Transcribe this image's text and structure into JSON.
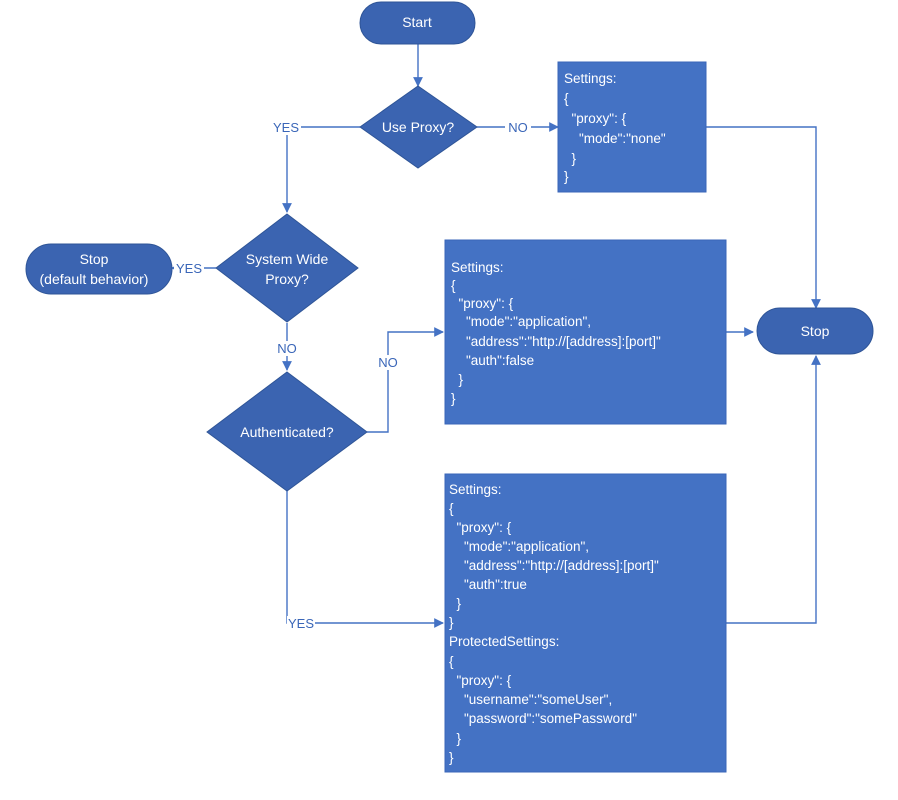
{
  "colors": {
    "shape_fill": "#3b64b1",
    "shape_stroke": "#2f5597",
    "box_fill": "#4472c4",
    "box_stroke": "#3a66b8",
    "connector": "#4472c4",
    "text": "#ffffff",
    "edge_label": "#3a66b8"
  },
  "nodes": {
    "start": "Start",
    "use_proxy": "Use Proxy?",
    "system_wide_line1": "System Wide",
    "system_wide_line2": "Proxy?",
    "authenticated": "Authenticated?",
    "stop_default_line1": "Stop",
    "stop_default_line2": "(default behavior)",
    "stop": "Stop"
  },
  "edge_labels": {
    "use_proxy_yes": "YES",
    "use_proxy_no": "NO",
    "system_wide_yes": "YES",
    "system_wide_no": "NO",
    "authenticated_no": "NO",
    "authenticated_yes": "YES"
  },
  "boxes": {
    "none": [
      "Settings:",
      "{",
      "  \"proxy\": {",
      "    \"mode\":\"none\"",
      "  }",
      "}"
    ],
    "application": [
      "Settings:",
      "{",
      "  \"proxy\": {",
      "    \"mode\":\"application\",",
      "    \"address\":\"http://[address]:[port]\"",
      "    \"auth\":false",
      "  }",
      "}"
    ],
    "authenticated": [
      "Settings:",
      "{",
      "  \"proxy\": {",
      "    \"mode\":\"application\",",
      "    \"address\":\"http://[address]:[port]\"",
      "    \"auth\":true",
      "  }",
      "}",
      "ProtectedSettings:",
      "{",
      "  \"proxy\": {",
      "    \"username\":\"someUser\",",
      "    \"password\":\"somePassword\"",
      "  }",
      "}"
    ]
  }
}
